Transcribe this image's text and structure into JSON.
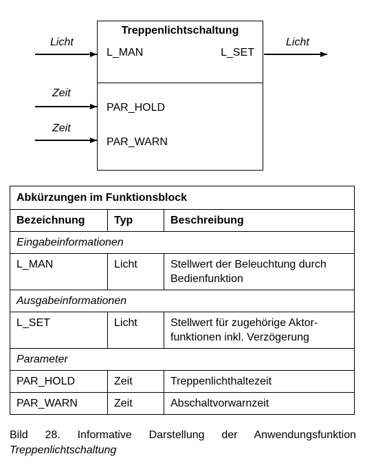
{
  "block": {
    "title": "Treppenlichtschaltung",
    "inputs": [
      {
        "port": "L_MAN",
        "signal": "Licht"
      },
      {
        "port": "PAR_HOLD",
        "signal": "Zeit"
      },
      {
        "port": "PAR_WARN",
        "signal": "Zeit"
      }
    ],
    "outputs": [
      {
        "port": "L_SET",
        "signal": "Licht"
      }
    ]
  },
  "table": {
    "caption": "Abkürzungen im Funktionsblock",
    "headers": [
      "Bezeichnung",
      "Typ",
      "Beschreibung"
    ],
    "sections": [
      {
        "title": "Eingabeinformationen",
        "rows": [
          {
            "name": "L_MAN",
            "type": "Licht",
            "description": "Stellwert der Beleuchtung durch Bedienfunktion"
          }
        ]
      },
      {
        "title": "Ausgabeinformationen",
        "rows": [
          {
            "name": "L_SET",
            "type": "Licht",
            "description": "Stellwert für zugehörige Aktor-funktionen inkl. Verzögerung"
          }
        ]
      },
      {
        "title": "Parameter",
        "rows": [
          {
            "name": "PAR_HOLD",
            "type": "Zeit",
            "description": "Treppenlichthaltezeit"
          },
          {
            "name": "PAR_WARN",
            "type": "Zeit",
            "description": "Abschaltvorwarnzeit"
          }
        ]
      }
    ]
  },
  "figure_caption": {
    "prefix": "Bild 28. Informative Darstellung der Anwendungsfunktion ",
    "emphasis": "Treppenlichtschaltung"
  }
}
